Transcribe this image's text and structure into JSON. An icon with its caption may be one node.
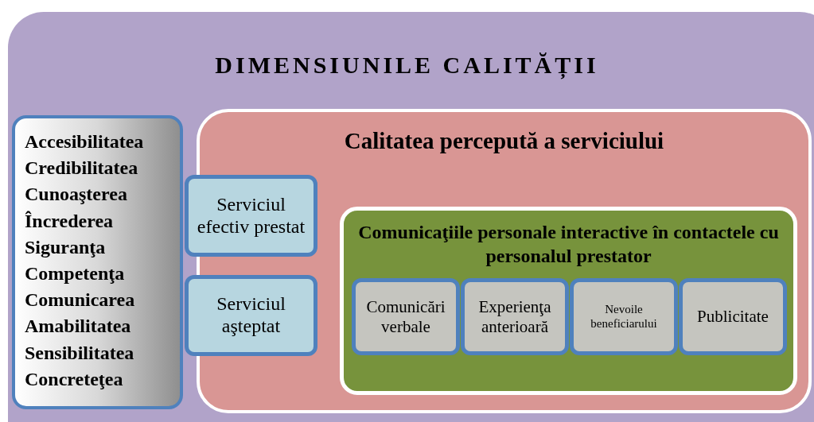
{
  "diagram": {
    "nodes": [
      {
        "text": [
          "DIMENSIUNILE CALITĂȚII"
        ]
      },
      {
        "text": [
          "Accesibilitatea",
          "Credibilitatea",
          "Cunoaşterea",
          "Încrederea",
          "Siguranţa",
          "Competenţa",
          "Comunicarea",
          "Amabilitatea",
          "Sensibilitatea",
          "Concreteţea"
        ],
        "in": 0
      },
      {
        "text": [
          "Calitatea percepută a serviciului"
        ],
        "in": 0
      },
      {
        "text": [
          "Serviciul efectiv prestat"
        ],
        "in": 0
      },
      {
        "text": [
          "Serviciul aşteptat"
        ],
        "in": 0
      },
      {
        "text": [
          "Comunicaţiile personale interactive în contactele cu personalul prestator"
        ],
        "in": 2
      },
      {
        "text": [
          "Comunicări verbale"
        ],
        "in": 5
      },
      {
        "text": [
          "Experienţa anterioară"
        ],
        "in": 5
      },
      {
        "text": [
          "Nevoile beneficiarului"
        ],
        "in": 5
      },
      {
        "text": [
          "Publicitate"
        ],
        "in": 5
      }
    ]
  }
}
